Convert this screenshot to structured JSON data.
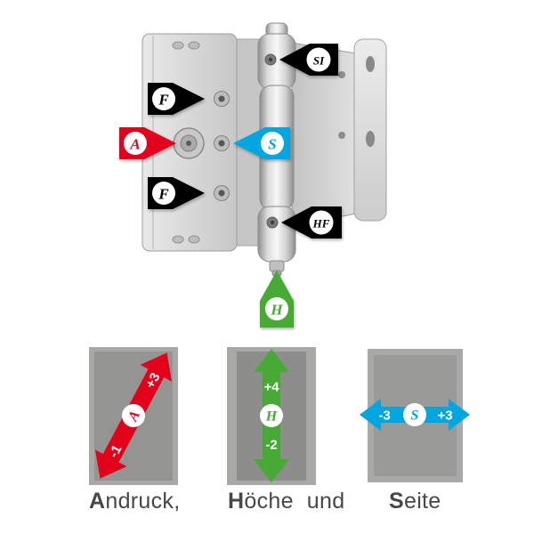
{
  "colors": {
    "red": "#e2001a",
    "green": "#46aa35",
    "cyan": "#00a6e2",
    "black": "#000000"
  },
  "hinge": {
    "labels": {
      "f_top": "F",
      "f_bottom": "F",
      "a": "A",
      "s": "S",
      "si": "SI",
      "hf": "HF",
      "h": "H"
    }
  },
  "diagrams": {
    "andruck": {
      "min": "-1",
      "letter": "A",
      "max": "+3"
    },
    "hoehe": {
      "max": "+4",
      "letter": "H",
      "min": "-2"
    },
    "seite": {
      "min": "-3",
      "letter": "S",
      "max": "+3"
    }
  },
  "captions": {
    "andruck_bold": "A",
    "andruck_rest": "ndruck,",
    "hoehe_bold": "H",
    "hoehe_rest": "öche",
    "und": "und",
    "seite_bold": "S",
    "seite_rest": "eite"
  }
}
